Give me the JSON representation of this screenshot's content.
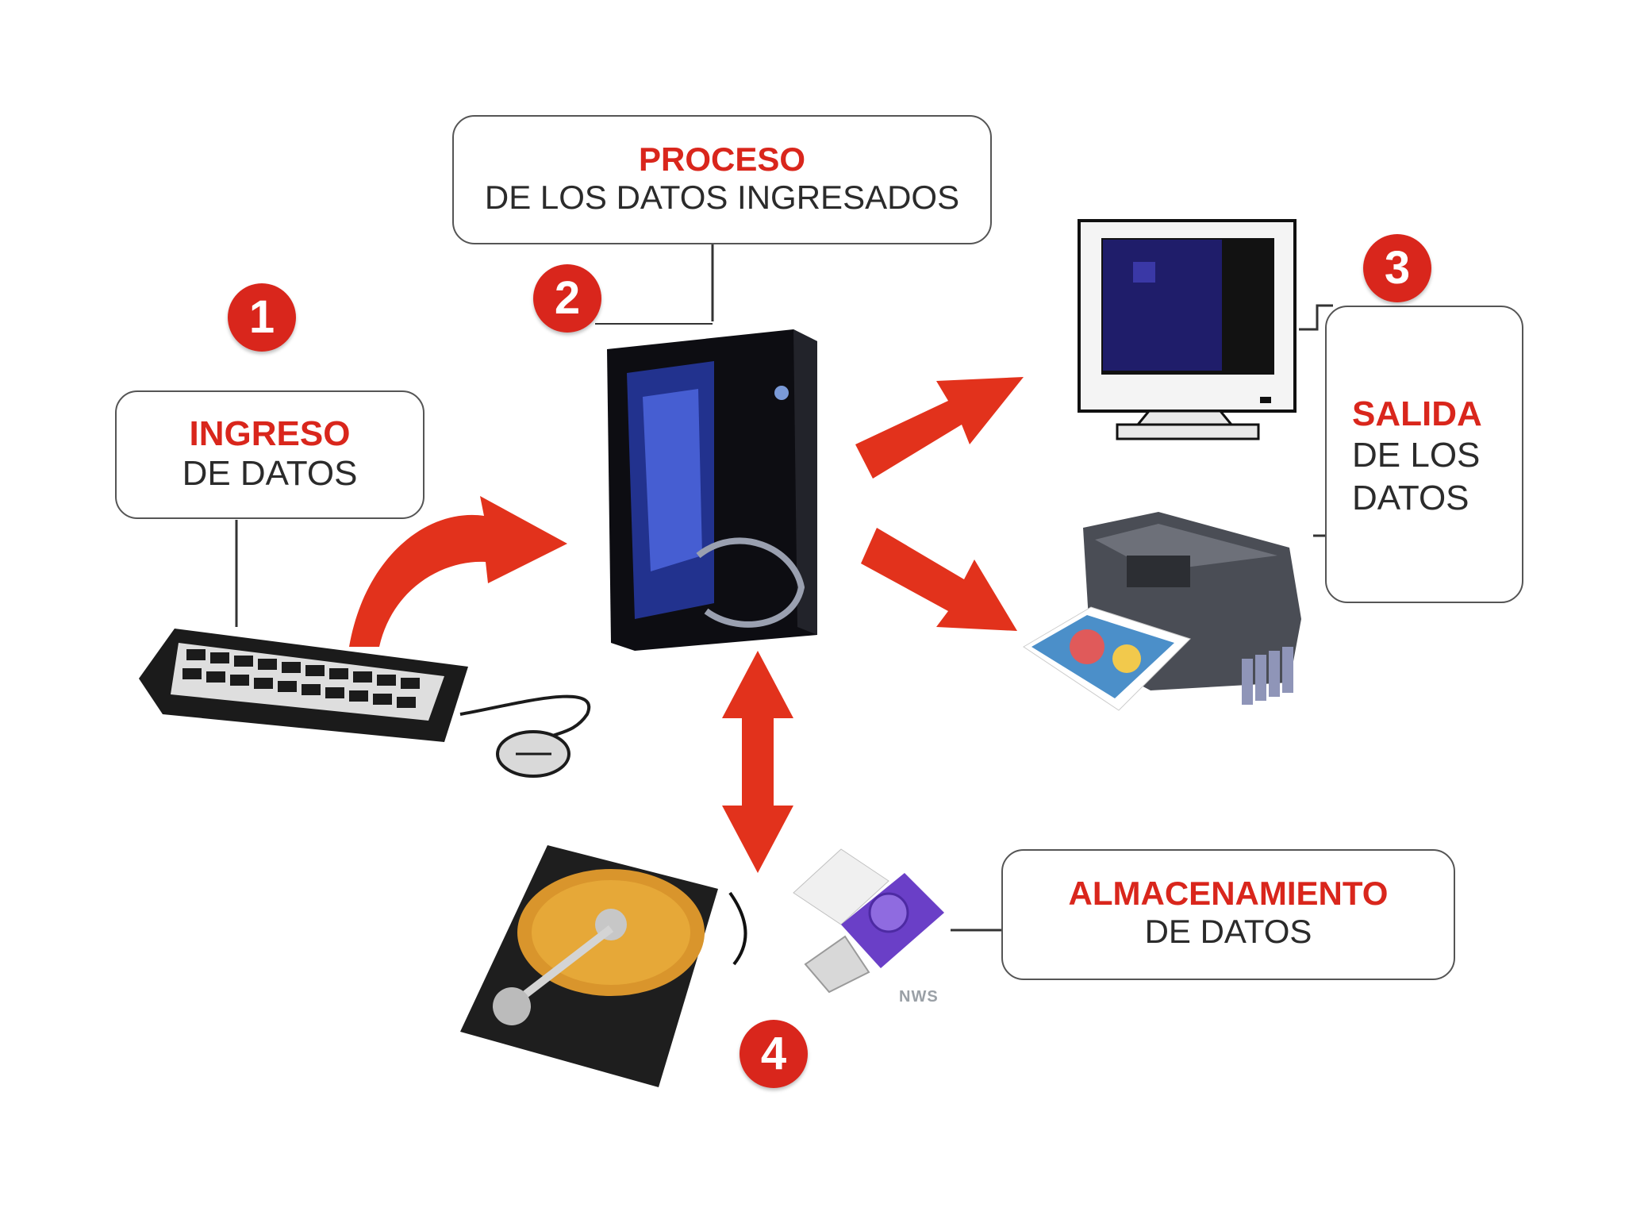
{
  "steps": [
    {
      "number": "1",
      "title": "INGRESO",
      "subtitle": "DE DATOS"
    },
    {
      "number": "2",
      "title": "PROCESO",
      "subtitle": "DE LOS DATOS INGRESADOS"
    },
    {
      "number": "3",
      "title": "SALIDA",
      "subtitle_lines": [
        "DE LOS",
        "DATOS"
      ]
    },
    {
      "number": "4",
      "title": "ALMACENAMIENTO",
      "subtitle": "DE DATOS"
    }
  ],
  "watermark": "NWS",
  "colors": {
    "accent_red": "#d9261c",
    "text_dark": "#2b2b2b"
  },
  "devices": [
    "keyboard",
    "mouse",
    "computer-tower",
    "monitor",
    "printer",
    "hard-drive",
    "usb-drive"
  ]
}
